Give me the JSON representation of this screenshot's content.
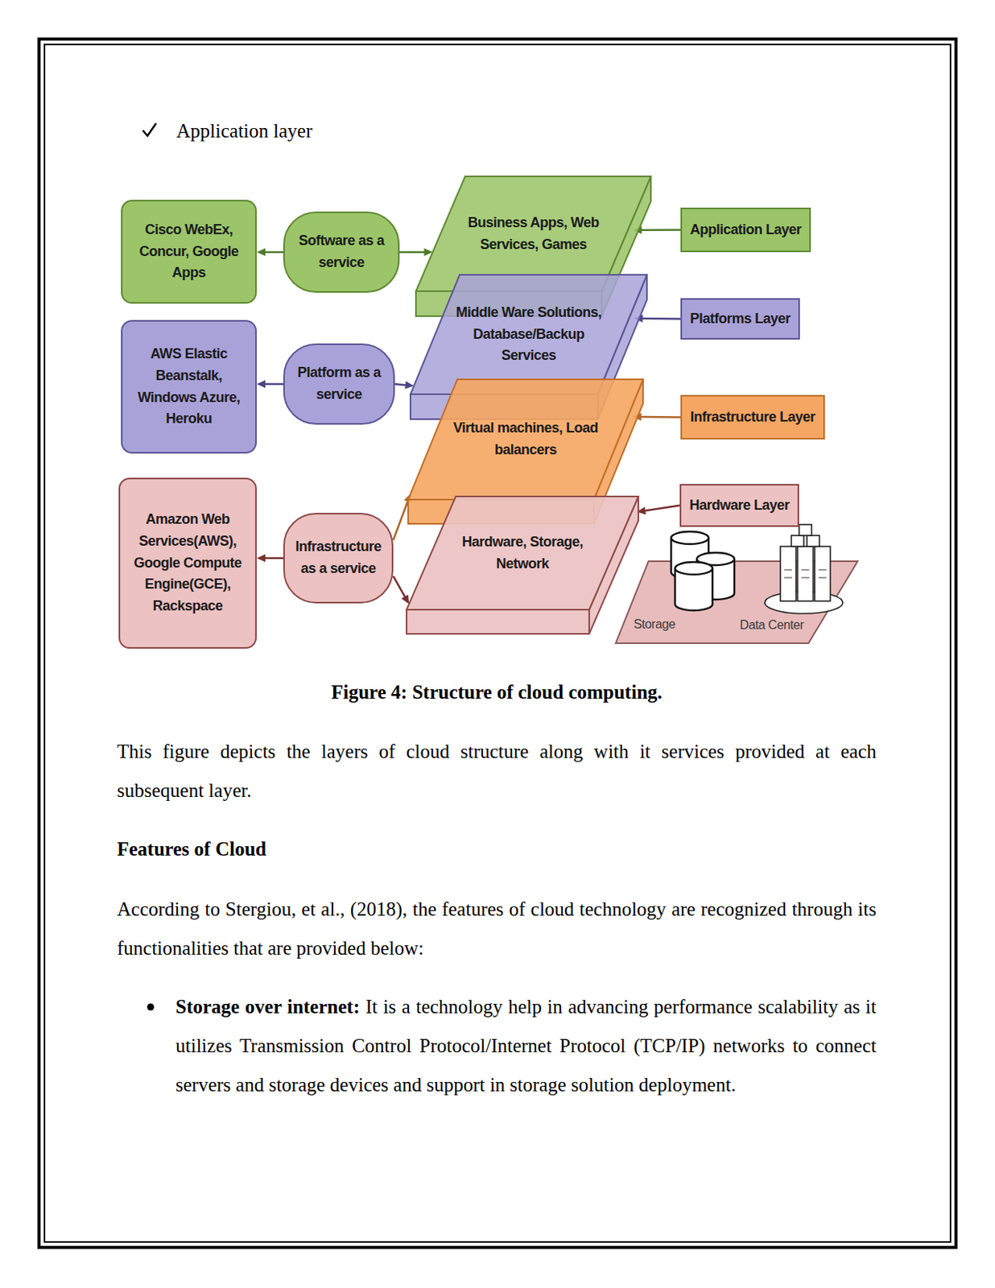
{
  "diagram": {
    "caption": "Figure 4: Structure of cloud computing.",
    "nodes": [
      {
        "text": [
          "Cisco WebEx, Concur, Google Apps"
        ]
      },
      {
        "text": [
          "Software as a service"
        ]
      },
      {
        "text": [
          "Business Apps, Web Services, Games"
        ]
      },
      {
        "text": [
          "Application Layer"
        ]
      },
      {
        "text": [
          "AWS Elastic Beanstalk, Windows Azure, Heroku"
        ]
      },
      {
        "text": [
          "Platform as a service"
        ]
      },
      {
        "text": [
          "Middle Ware Solutions, Database/Backup Services"
        ]
      },
      {
        "text": [
          "Platforms Layer"
        ]
      },
      {
        "text": [
          "Amazon Web Services(AWS), Google Compute Engine(GCE), Rackspace"
        ]
      },
      {
        "text": [
          "Infrastructure as a service"
        ]
      },
      {
        "text": [
          "Virtual machines, Load balancers"
        ]
      },
      {
        "text": [
          "Infrastructure Layer"
        ]
      },
      {
        "text": [
          "Hardware, Storage, Network"
        ]
      },
      {
        "text": [
          "Hardware Layer"
        ]
      }
    ],
    "edges": [
      {
        "from": 1,
        "to": 0,
        "arrow": "to"
      },
      {
        "from": 1,
        "to": 2,
        "arrow": "to"
      },
      {
        "from": 3,
        "to": 2,
        "arrow": "to"
      },
      {
        "from": 5,
        "to": 4,
        "arrow": "to"
      },
      {
        "from": 5,
        "to": 6,
        "arrow": "to"
      },
      {
        "from": 7,
        "to": 6,
        "arrow": "to"
      },
      {
        "from": 9,
        "to": 8,
        "arrow": "to"
      },
      {
        "from": 9,
        "to": 10,
        "arrow": "to"
      },
      {
        "from": 9,
        "to": 12,
        "arrow": "to"
      },
      {
        "from": 11,
        "to": 10,
        "arrow": "to"
      },
      {
        "from": 13,
        "to": 12,
        "arrow": "to"
      }
    ],
    "labels": [
      "Application layer",
      "Storage",
      "Data Center",
      "This figure depicts the layers of cloud structure along with it services provided at each subsequent layer.",
      "Features of Cloud",
      "According to Stergiou, et al., (2018), the features of cloud technology are recognized through its functionalities that are provided below:",
      "Storage over internet:",
      "It is a technology help in advancing performance scalability as it utilizes Transmission Control Protocol/Internet Protocol (TCP/IP) networks to connect servers and storage devices and support in storage solution deployment."
    ]
  }
}
